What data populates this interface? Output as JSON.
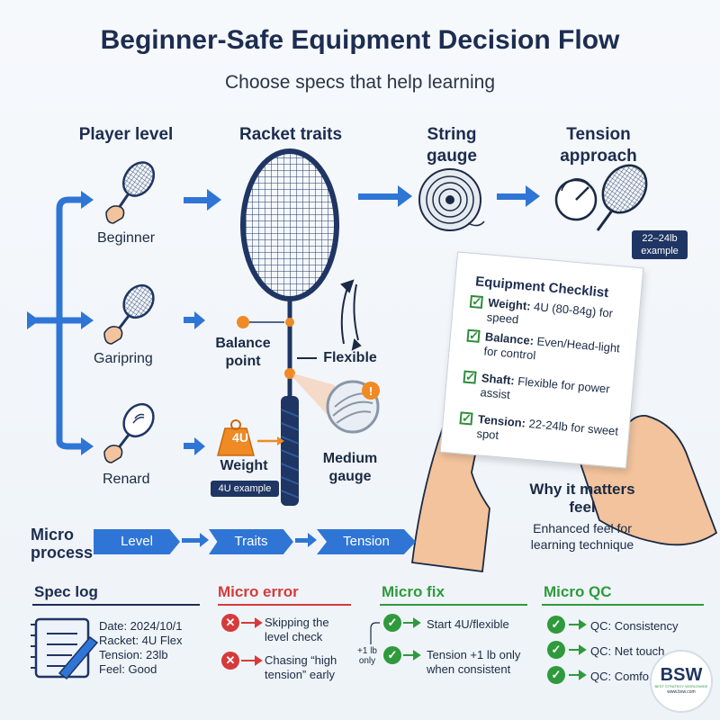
{
  "title": "Beginner-Safe Equipment Decision Flow",
  "subtitle": "Choose specs that help learning",
  "columns": {
    "player_level": "Player level",
    "racket_traits": "Racket traits",
    "string_gauge": "String gauge",
    "tension_approach": "Tension approach"
  },
  "levels": [
    "Beginner",
    "Garipring",
    "Renard"
  ],
  "traits": {
    "balance": "Balance point",
    "flexible": "Flexible",
    "weight": "Weight",
    "weight_badge": "4U",
    "weight_tag": "4U example",
    "gauge": "Medium gauge"
  },
  "tension_tag": "22–24lb example",
  "checklist": {
    "title": "Equipment Checklist",
    "items": [
      {
        "key": "Weight:",
        "text": "4U (80-84g) for speed"
      },
      {
        "key": "Balance:",
        "text": "Even/Head-light for control"
      },
      {
        "key": "Shaft:",
        "text": "Flexible for power assist"
      },
      {
        "key": "Tension:",
        "text": "22-24lb for sweet spot"
      }
    ]
  },
  "why": {
    "title": "Why it matters feel",
    "text": "Enhanced feel for learning technique"
  },
  "micro_process": {
    "label": "Micro process",
    "steps": [
      "Level",
      "Traits",
      "Tension"
    ]
  },
  "spec_log": {
    "title": "Spec log",
    "lines": [
      "Date: 2024/10/1",
      "Racket: 4U Flex",
      "Tension: 23lb",
      "Feel: Good"
    ]
  },
  "micro_error": {
    "title": "Micro error",
    "items": [
      "Skipping the level check",
      "Chasing “high tension” early"
    ]
  },
  "micro_fix": {
    "title": "Micro fix",
    "items": [
      "Start 4U/flexible",
      "Tension +1 lb only when consistent"
    ],
    "side_note": "+1 lb only"
  },
  "micro_qc": {
    "title": "Micro QC",
    "items": [
      "QC: Consistency",
      "QC: Net touch",
      "QC: Comfo"
    ]
  },
  "logo": {
    "text": "BSW",
    "sub": "BEST STRATEGY WORLDWIDE",
    "url": "www.bsw.com"
  },
  "colors": {
    "accent_blue": "#2f75d6",
    "navy": "#1d2d50",
    "error": "#d63a3a",
    "success": "#2e9a3c",
    "orange": "#f08a24"
  }
}
